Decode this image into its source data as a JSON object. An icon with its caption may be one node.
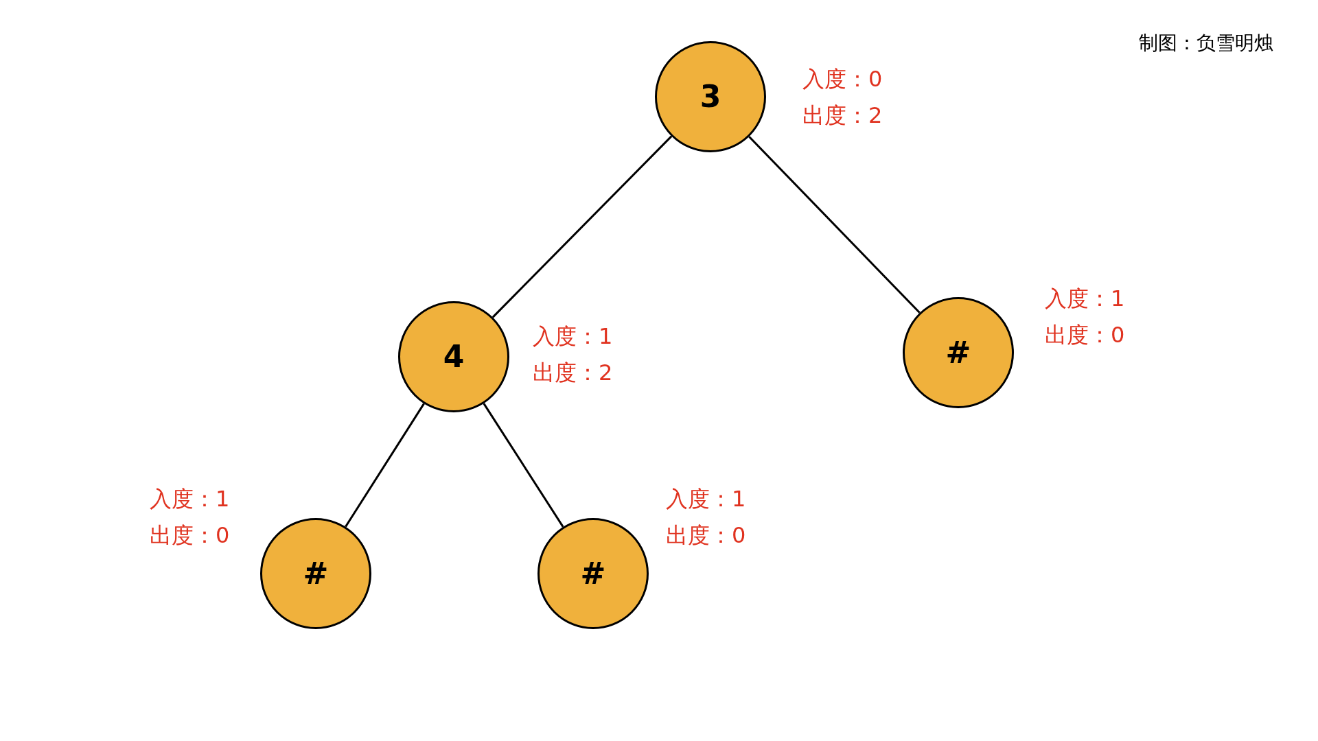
{
  "diagram": {
    "nodes": [
      {
        "text": [
          "3"
        ],
        "beside": [
          "入度：0",
          "出度：2"
        ]
      },
      {
        "text": [
          "4"
        ],
        "beside": [
          "入度：1",
          "出度：2"
        ]
      },
      {
        "text": [
          "#"
        ],
        "beside": [
          "入度：1",
          "出度：0"
        ]
      },
      {
        "text": [
          "#"
        ],
        "beside": [
          "入度：1",
          "出度：0"
        ]
      },
      {
        "text": [
          "#"
        ],
        "beside": [
          "入度：1",
          "出度：0"
        ]
      }
    ],
    "edges": [
      {
        "from": 0,
        "to": 1,
        "arrow": "none"
      },
      {
        "from": 0,
        "to": 2,
        "arrow": "none"
      },
      {
        "from": 1,
        "to": 3,
        "arrow": "none"
      },
      {
        "from": 1,
        "to": 4,
        "arrow": "none"
      }
    ],
    "labels": [
      "制图：负雪明烛"
    ]
  }
}
